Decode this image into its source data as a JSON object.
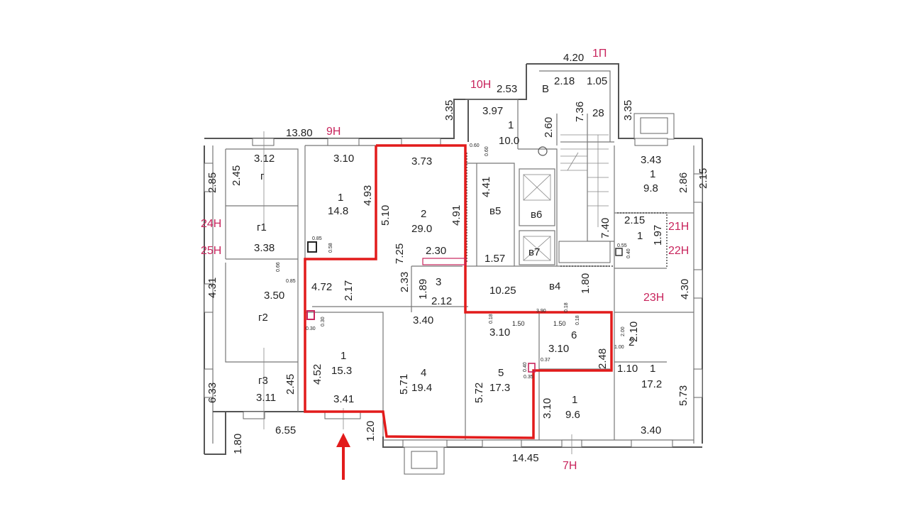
{
  "floor_plan": {
    "outside_labels": {
      "l_13_80": "13.80",
      "l_9H": "9Н",
      "l_10H": "10Н",
      "l_1P": "1П",
      "l_4_20": "4.20",
      "l_2_53": "2.53",
      "l_3_35a": "3.35",
      "l_3_35b": "3.35",
      "l_2_85": "2.85",
      "l_24H": "24Н",
      "l_25H": "25Н",
      "l_4_31": "4.31",
      "l_6_33": "6.33",
      "l_1_80b": "1.80",
      "l_6_55": "6.55",
      "l_1_20": "1.20",
      "l_14_45": "14.45",
      "l_7H": "7Н",
      "l_21H": "21Н",
      "l_22H": "22Н",
      "l_23H": "23Н",
      "l_4_30": "4.30",
      "l_2_86": "2.86",
      "l_5_73": "5.73",
      "l_2_15e": "2.15"
    },
    "stair": {
      "l_B": "В",
      "l_2_18": "2.18",
      "l_1_05": "1.05",
      "l_7_36": "7.36",
      "l_28": "28",
      "l_7_40": "7.40"
    },
    "room_10": {
      "l_3_97": "3.97",
      "l_1": "1",
      "l_10_0": "10.0",
      "l_2_60": "2.60",
      "l_0_60a": "0.60",
      "l_0_60b": "0.60"
    },
    "rooms_left": {
      "l_3_12": "3.12",
      "l_2_45a": "2.45",
      "l_g": "г",
      "l_g1": "г1",
      "l_3_38": "3.38",
      "l_0_66": "0.66",
      "l_0_85a": "0.85",
      "l_3_50": "3.50",
      "l_g2": "г2",
      "l_g3": "г3",
      "l_3_11": "3.11",
      "l_2_45b": "2.45"
    },
    "room_9": {
      "l_3_10": "3.10",
      "l_1": "1",
      "l_14_8": "14.8",
      "l_4_93": "4.93",
      "l_0_85": "0.85",
      "l_0_58": "0.58"
    },
    "highlighted": {
      "l_3_73": "3.73",
      "l_5_10": "5.10",
      "l_2": "2",
      "l_29_0": "29.0",
      "l_4_91": "4.91",
      "l_7_25": "7.25",
      "l_2_30": "2.30",
      "l_4_72": "4.72",
      "l_2_17": "2.17",
      "l_2_33": "2.33",
      "l_1_89": "1.89",
      "l_3": "3",
      "l_2_12": "2.12",
      "l_0_30a": "0.30",
      "l_0_30b": "0.30",
      "l_4_52": "4.52",
      "l_1b": "1",
      "l_15_3": "15.3",
      "l_3_41": "3.41",
      "l_3_40": "3.40",
      "l_5_71": "5.71",
      "l_4": "4",
      "l_19_4": "19.4",
      "l_3_10": "3.10",
      "l_5_72": "5.72",
      "l_5": "5",
      "l_17_3": "17.3",
      "l_1_50a": "1.50",
      "l_1_50b": "1.50",
      "l_3_90": "3.90",
      "l_0_18a": "0.18",
      "l_0_18b": "0.18",
      "l_0_18c": "0.18",
      "l_3_10b": "3.10",
      "l_6": "6",
      "l_2_48": "2.48",
      "l_0_40": "0.40",
      "l_0_37": "0.37",
      "l_0_35": "0.35",
      "l_3_10c": "3.10"
    },
    "core": {
      "l_4_41": "4.41",
      "l_v5": "в5",
      "l_v6": "в6",
      "l_v7": "в7",
      "l_1_57": "1.57",
      "l_10_25": "10.25",
      "l_v4": "в4",
      "l_1_80": "1.80"
    },
    "right_rooms": {
      "l_3_43": "3.43",
      "l_1a": "1",
      "l_9_8": "9.8",
      "l_2_15": "2.15",
      "l_1b": "1",
      "l_1_97": "1.97",
      "l_0_55": "0.55",
      "l_0_40": "0.40",
      "l_2_00": "2.00",
      "l_1_00": "1.00",
      "l_2": "2",
      "l_2_10": "2.10",
      "l_1_10": "1.10",
      "l_1c": "1",
      "l_17_2": "17.2",
      "l_3_40": "3.40",
      "l_1d": "1",
      "l_9_6": "9.6"
    }
  },
  "colors": {
    "highlight": "#e21b1b",
    "apartment_label": "#c8245c",
    "wall": "#555555"
  },
  "icons": {
    "entrance_arrow": "arrow-up-icon",
    "elevator": "elevator-cross-icon"
  }
}
